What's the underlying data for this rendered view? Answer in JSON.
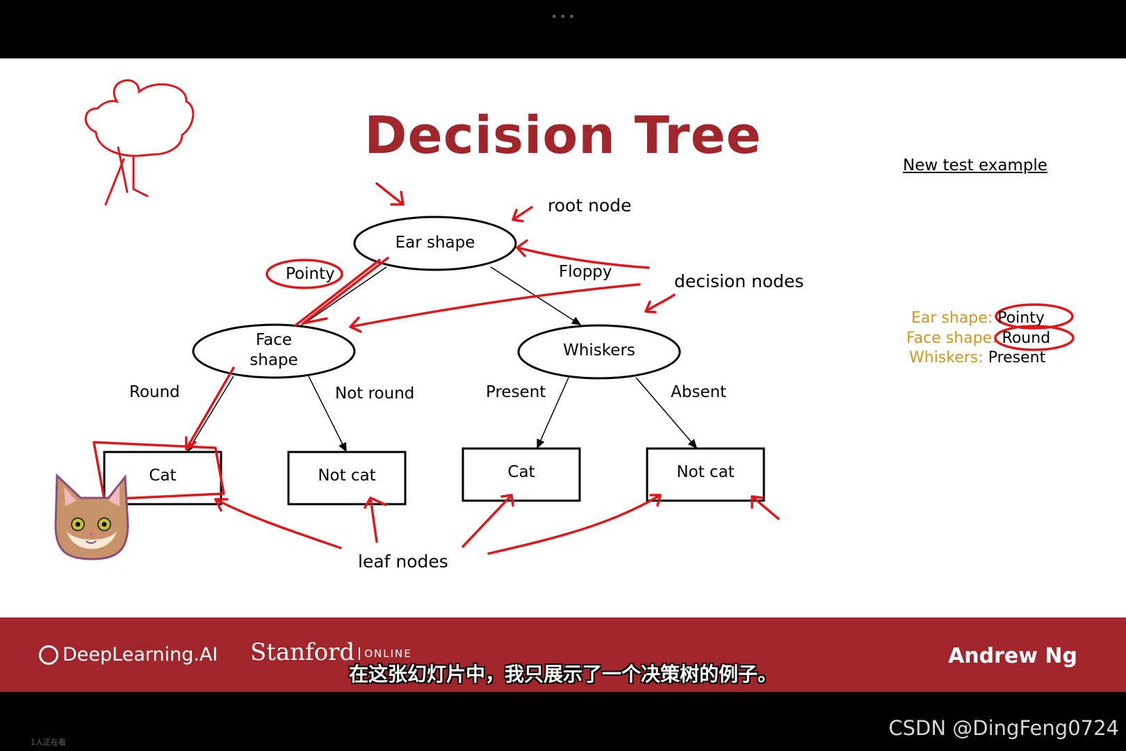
{
  "slide": {
    "title": "Decision Tree",
    "test_example_heading": "New test example",
    "nodes": {
      "root": "Ear shape",
      "left_decision_line1": "Face",
      "left_decision_line2": "shape",
      "right_decision": "Whiskers",
      "leaf1": "Cat",
      "leaf2": "Not cat",
      "leaf3": "Cat",
      "leaf4": "Not cat"
    },
    "edges": {
      "pointy": "Pointy",
      "floppy": "Floppy",
      "round": "Round",
      "not_round": "Not round",
      "present": "Present",
      "absent": "Absent"
    },
    "annotations": {
      "root_node": "root node",
      "decision_nodes": "decision nodes",
      "leaf_nodes": "leaf nodes"
    },
    "test_example": [
      {
        "key": "Ear shape: ",
        "value": "Pointy"
      },
      {
        "key": "Face shape: ",
        "value": "Round"
      },
      {
        "key": "Whiskers: ",
        "value": "Present"
      }
    ]
  },
  "footer": {
    "brand_deeplearning": "DeepLearning.AI",
    "brand_stanford": "Stanford",
    "brand_stanford_sub": "ONLINE",
    "author": "Andrew Ng",
    "subtitle": "在这张幻灯片中，我只展示了一个决策树的例子。"
  },
  "overlay": {
    "viewers": "1人正在看",
    "watermark": "CSDN @DingFeng0724"
  },
  "colors": {
    "brand_red": "#a0262b",
    "ink_red": "#e0161b",
    "attr_orange": "#d6941b"
  }
}
